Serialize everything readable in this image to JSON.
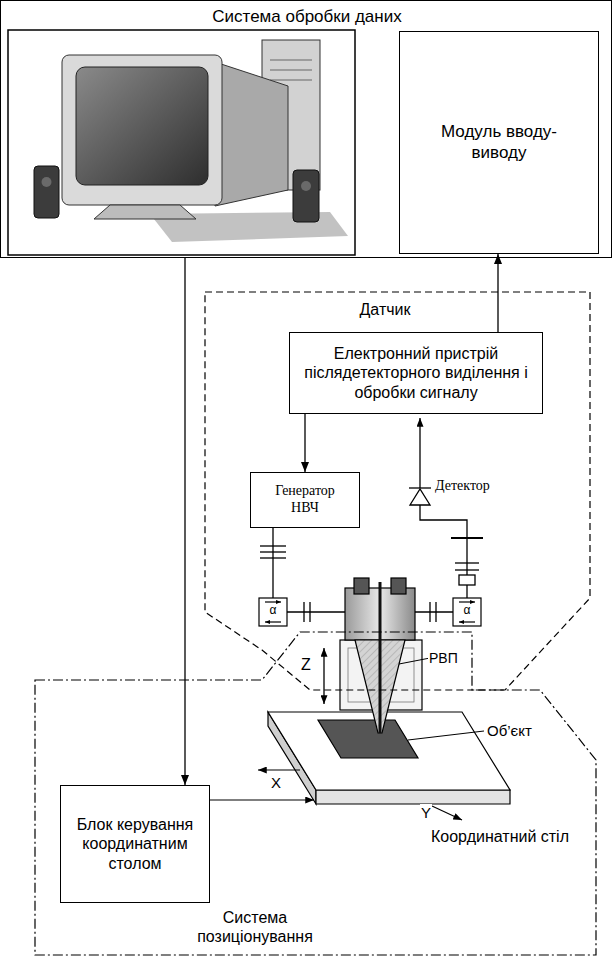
{
  "diagram": {
    "nodes": [
      {
        "text": [
          "Система обробки даних"
        ]
      },
      {
        "text": [
          "Модуль вводу-виводу"
        ],
        "in": 0
      },
      {
        "text": [
          "Датчик"
        ]
      },
      {
        "text": [
          "Електронний пристрій післядетекторного виділення і обробки сигналу"
        ],
        "in": 2
      },
      {
        "text": [
          "Генератор НВЧ"
        ],
        "in": 2
      },
      {
        "text": [
          "Система позиціонування"
        ]
      },
      {
        "text": [
          "Блок керування координатним столом"
        ],
        "in": 5
      }
    ],
    "edges": [
      {
        "from": 0,
        "to": 6,
        "arrow": "to"
      },
      {
        "from": 3,
        "to": 1,
        "arrow": "to"
      },
      {
        "from": 3,
        "to": 4,
        "arrow": "to"
      }
    ],
    "labels": [
      "Детектор",
      "α",
      "α",
      "РВП",
      "Z",
      "Об’єкт",
      "X",
      "Y",
      "Координатний стіл"
    ]
  }
}
